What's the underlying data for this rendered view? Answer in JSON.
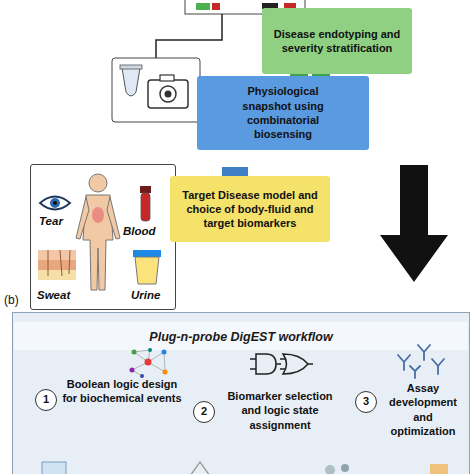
{
  "diagram": {
    "nodes": [
      {
        "text": [
          "Disease endotyping and severity stratification"
        ]
      },
      {
        "text": [
          "Physiological snapshot using combinatorial biosensing"
        ]
      },
      {
        "text": [
          "Tear",
          "Blood",
          "Sweat",
          "Urine"
        ]
      },
      {
        "text": [
          "Target Disease model and choice of body-fluid and target biomarkers"
        ]
      },
      {
        "text": [
          "Plug-n-probe DigEST workflow"
        ]
      },
      {
        "text": [
          "1",
          "Boolean logic design for biochemical events"
        ],
        "in": 4
      },
      {
        "text": [
          "2",
          "Biomarker selection and logic state assignment"
        ],
        "in": 4
      },
      {
        "text": [
          "3",
          "Assay development and optimization"
        ],
        "in": 4
      }
    ],
    "labels": [
      "(b)"
    ]
  }
}
